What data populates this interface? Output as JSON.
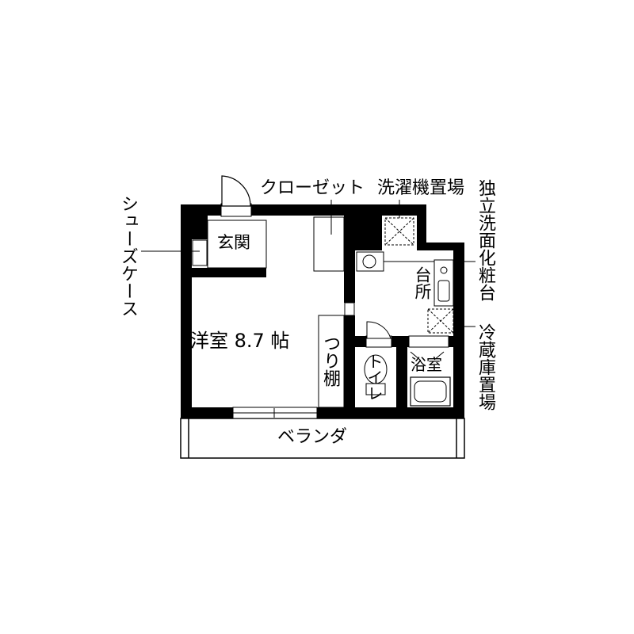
{
  "labels": {
    "closet": "クローゼット",
    "washer_space": "洗濯機置場",
    "vanity": "独立洗面化粧台",
    "shoe_case": "シューズケース",
    "entrance": "玄関",
    "western_room": "洋室 8.7 帖",
    "hanging_shelf": "つり棚",
    "kitchen": "台所",
    "fridge_space": "冷蔵庫置場",
    "toilet": "トイレ",
    "bathroom": "浴室",
    "veranda": "ベランダ"
  },
  "colors": {
    "wall": "#000000",
    "background": "#ffffff",
    "line": "#000000"
  }
}
